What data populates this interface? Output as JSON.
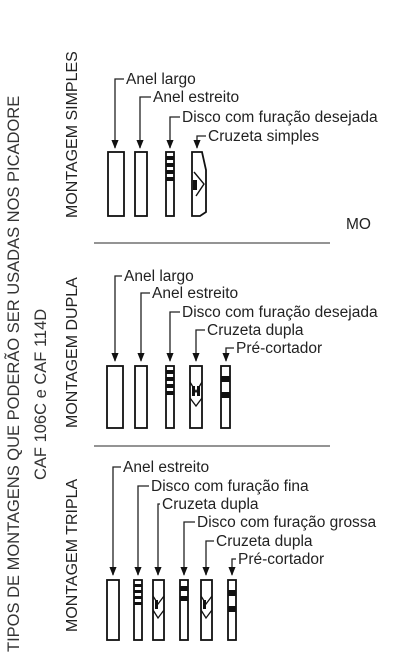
{
  "title_line1": "TIPOS DE MONTAGENS QUE PODERÃO SER USADAS NOS PICADORE",
  "title_line2": "CAF 106C e CAF 114D",
  "edge_text": "MO",
  "sections": {
    "simples": {
      "title": "MONTAGEM SIMPLES",
      "labels": [
        "Anel largo",
        "Anel estreito",
        "Disco com furação desejada",
        "Cruzeta simples"
      ]
    },
    "dupla": {
      "title": "MONTAGEM DUPLA",
      "labels": [
        "Anel largo",
        "Anel estreito",
        "Disco com furação desejada",
        "Cruzeta dupla",
        "Pré-cortador"
      ]
    },
    "tripla": {
      "title": "MONTAGEM TRIPLA",
      "labels": [
        "Anel estreito",
        "Disco com furação fina",
        "Cruzeta dupla",
        "Disco com furação grossa",
        "Cruzeta dupla",
        "Pré-cortador"
      ]
    }
  }
}
